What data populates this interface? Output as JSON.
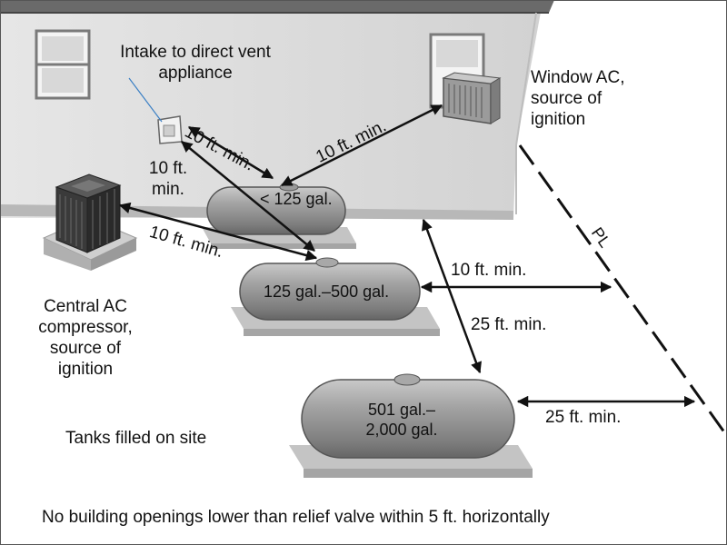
{
  "labels": {
    "intake": "Intake to direct vent\nappliance",
    "window_ac": "Window AC,\nsource of\nignition",
    "central_ac": "Central AC\ncompressor,\nsource of\nignition",
    "tanks_filled": "Tanks filled on site",
    "footer": "No building openings lower than relief valve within 5 ft. horizontally",
    "pl": "PL"
  },
  "tanks": {
    "small": "< 125 gal.",
    "medium": "125 gal.–500 gal.",
    "large": "501 gal.–\n2,000 gal."
  },
  "dimensions": {
    "intake_to_small": "10 ft. min.",
    "intake_to_medium": "10 ft.\nmin.",
    "central_ac_to_medium": "10 ft. min.",
    "small_to_window_ac": "10 ft. min.",
    "medium_to_pl": "10 ft. min.",
    "medium_to_large": "25 ft. min.",
    "large_to_pl": "25 ft. min."
  },
  "colors": {
    "wall": "#dcdcdc",
    "roof": "#6a6a6a",
    "tank": "#9a9a9a",
    "pad": "#c4c4c4",
    "ink": "#111111",
    "leader": "#3a7fc4"
  }
}
